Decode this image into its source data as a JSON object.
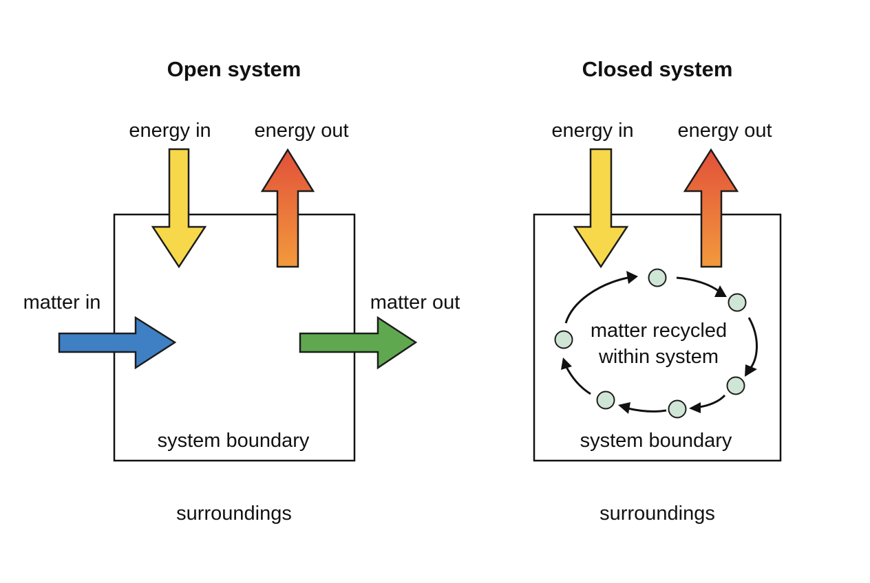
{
  "open_system": {
    "title": "Open system",
    "energy_in_label": "energy in",
    "energy_out_label": "energy out",
    "matter_in_label": "matter in",
    "matter_out_label": "matter out",
    "boundary_label": "system boundary",
    "surroundings_label": "surroundings"
  },
  "closed_system": {
    "title": "Closed system",
    "energy_in_label": "energy in",
    "energy_out_label": "energy out",
    "recycle_label_line1": "matter recycled",
    "recycle_label_line2": "within system",
    "boundary_label": "system boundary",
    "surroundings_label": "surroundings"
  },
  "colors": {
    "energy_in": "#f7d84a",
    "energy_out_top": "#e2503a",
    "energy_out_bottom": "#f29a3c",
    "matter_in": "#3f7fc4",
    "matter_out": "#5fa84f",
    "particle": "#cfe6d6"
  }
}
